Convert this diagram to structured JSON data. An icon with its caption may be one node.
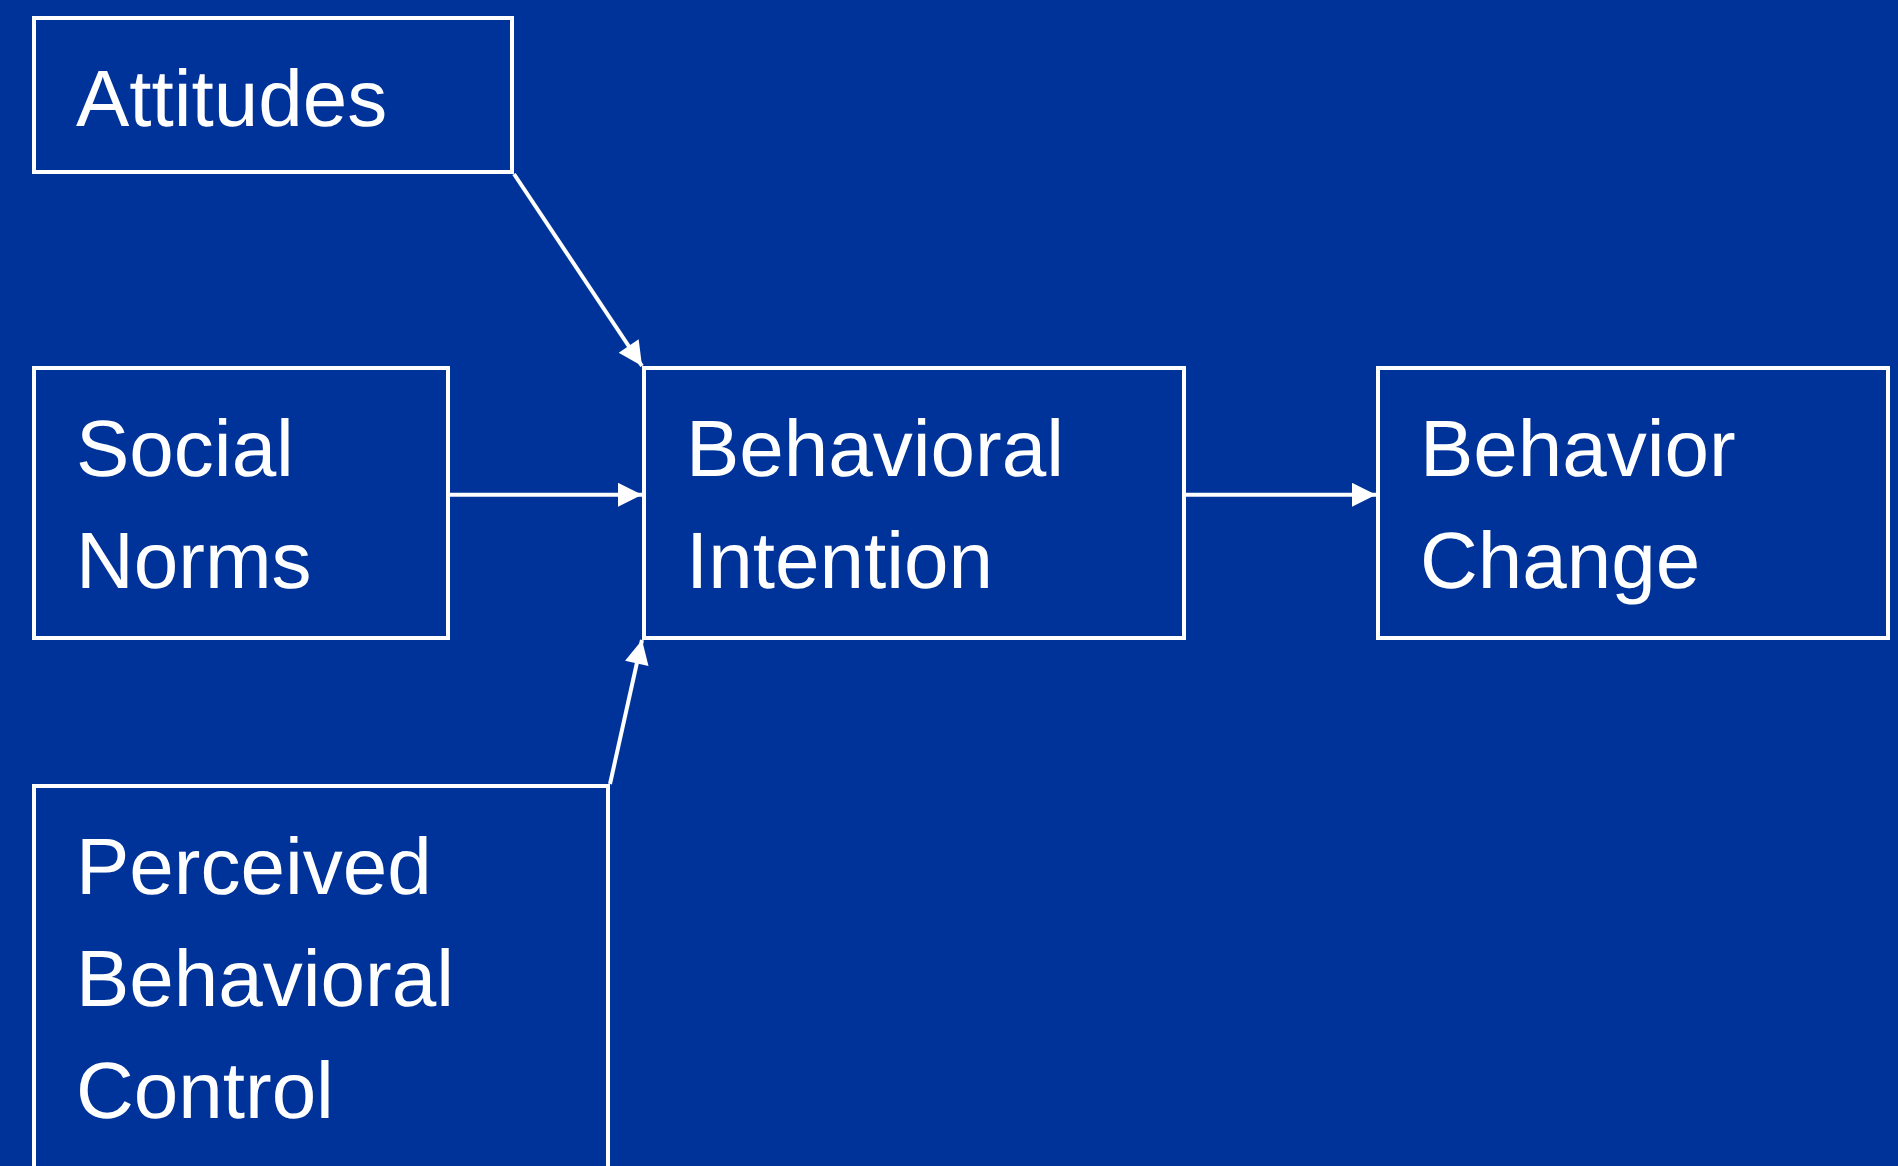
{
  "diagram": {
    "nodes": [
      {
        "text": [
          "Attitudes"
        ]
      },
      {
        "text": [
          "Social Norms"
        ]
      },
      {
        "text": [
          "Perceived Behavioral Control"
        ]
      },
      {
        "text": [
          "Behavioral Intention"
        ]
      },
      {
        "text": [
          "Behavior Change"
        ]
      }
    ],
    "edges": [
      {
        "from": 0,
        "to": 3,
        "arrow": "to"
      },
      {
        "from": 1,
        "to": 3,
        "arrow": "to"
      },
      {
        "from": 2,
        "to": 3,
        "arrow": "to"
      },
      {
        "from": 3,
        "to": 4,
        "arrow": "to"
      }
    ]
  }
}
